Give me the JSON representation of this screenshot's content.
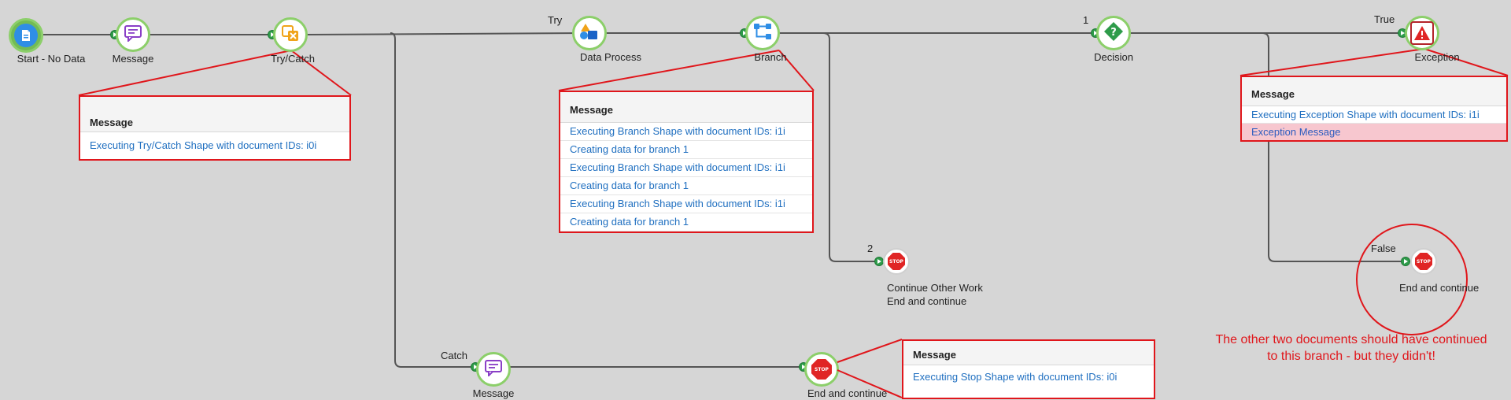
{
  "shapes": {
    "start": {
      "label": "Start - No Data",
      "icon": "document-icon"
    },
    "message1": {
      "label": "Message",
      "icon": "message-icon"
    },
    "trycatch": {
      "label": "Try/Catch",
      "icon": "try-catch-icon"
    },
    "dataprocess": {
      "label": "Data Process",
      "icon": "data-process-icon",
      "path_label": "Try"
    },
    "branch": {
      "label": "Branch",
      "icon": "branch-icon"
    },
    "decision": {
      "label": "Decision",
      "icon": "decision-icon",
      "path_label": "1"
    },
    "exception": {
      "label": "Exception",
      "icon": "warning-icon",
      "path_label": "True"
    },
    "stop_continue": {
      "label_line1": "Continue Other Work",
      "label_line2": "End and continue",
      "path_label": "2",
      "icon_text": "STOP"
    },
    "stop_false": {
      "label": "End and continue",
      "path_label": "False",
      "icon_text": "STOP"
    },
    "message_catch": {
      "label": "Message",
      "icon": "message-icon",
      "path_label": "Catch"
    },
    "stop_catch": {
      "label": "End and continue",
      "icon_text": "STOP"
    }
  },
  "boxes": {
    "trycatch": {
      "header": "Message",
      "rows": [
        "Executing Try/Catch Shape with document IDs: i0i"
      ]
    },
    "branch": {
      "header": "Message",
      "rows": [
        "Executing Branch Shape with document IDs: i1i",
        "Creating data for branch 1",
        "Executing Branch Shape with document IDs: i1i",
        "Creating data for branch 1",
        "Executing Branch Shape with document IDs: i1i",
        "Creating data for branch 1"
      ]
    },
    "exception": {
      "header": "Message",
      "rows": [
        "Executing Exception Shape with document IDs: i1i"
      ],
      "error_row": "Exception Message"
    },
    "stop_catch": {
      "header": "Message",
      "rows": [
        "Executing Stop Shape with document IDs: i0i"
      ]
    }
  },
  "annotation": {
    "line1": "The other two documents should have continued",
    "line2": "to this branch - but they didn't!"
  },
  "colors": {
    "highlight": "#e0161b",
    "connector": "#2e9b4a",
    "shape_border": "#8ccf6a",
    "link_text": "#1f6fc0",
    "error_row_bg": "#f7c7cf",
    "canvas": "#d6d6d6"
  }
}
